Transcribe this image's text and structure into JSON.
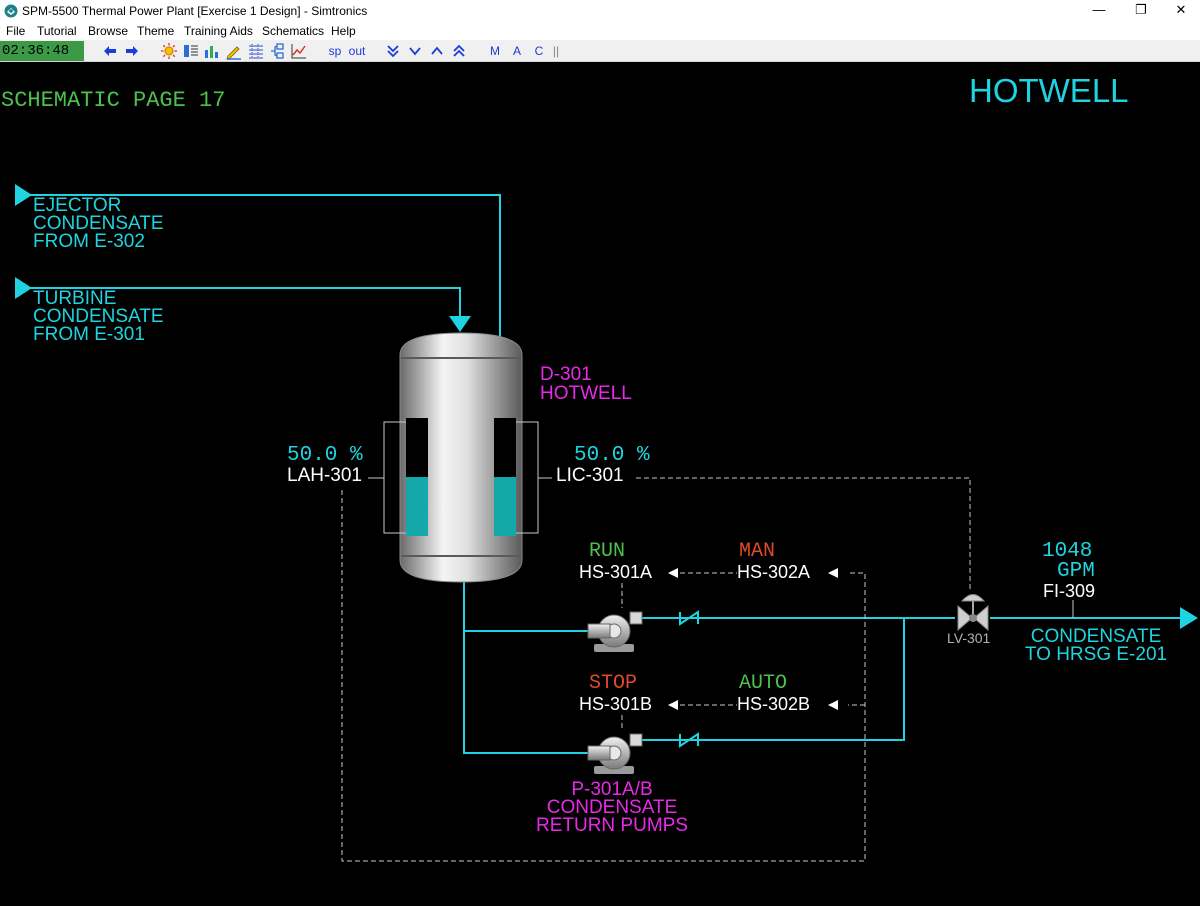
{
  "window": {
    "title": "SPM-5500 Thermal Power Plant [Exercise 1 Design] - Simtronics",
    "minimize": "—",
    "restore": "❐",
    "close": "✕"
  },
  "menu": {
    "items": [
      "File",
      "Tutorial",
      "Browse",
      "Theme",
      "Training Aids",
      "Schematics",
      "Help"
    ]
  },
  "toolbar": {
    "clock": "02:36:48",
    "back_icon": "arrow-left-icon",
    "forward_icon": "arrow-right-icon",
    "sp_label": "sp",
    "out_label": "out",
    "m_label": "M",
    "a_label": "A",
    "c_label": "C",
    "accent_color": "#1a3cd8"
  },
  "page": {
    "label": "SCHEMATIC PAGE 17",
    "title": "HOTWELL"
  },
  "inlets": [
    {
      "lines": [
        "EJECTOR",
        "CONDENSATE",
        "FROM E-302"
      ]
    },
    {
      "lines": [
        "TURBINE",
        "CONDENSATE",
        "FROM E-301"
      ]
    }
  ],
  "vessel": {
    "tag": "D-301",
    "name": "HOTWELL",
    "level_fraction": 0.5
  },
  "instruments": {
    "lah": {
      "value": "50.0 %",
      "tag": "LAH-301"
    },
    "lic": {
      "value": "50.0 %",
      "tag": "LIC-301"
    },
    "fi": {
      "value": "1048",
      "unit": "GPM",
      "tag": "FI-309"
    },
    "valve": {
      "tag": "LV-301"
    }
  },
  "switches": {
    "hs301a": {
      "status": "RUN",
      "tag": "HS-301A"
    },
    "hs302a": {
      "status": "MAN",
      "tag": "HS-302A"
    },
    "hs301b": {
      "status": "STOP",
      "tag": "HS-301B"
    },
    "hs302b": {
      "status": "AUTO",
      "tag": "HS-302B"
    }
  },
  "pumps": {
    "lines": [
      "P-301A/B",
      "CONDENSATE",
      "RETURN PUMPS"
    ]
  },
  "outlet": {
    "lines": [
      "CONDENSATE",
      "TO HRSG E-201"
    ]
  },
  "colors": {
    "pipe": "#1fd4e0",
    "signal": "#c8c8c8",
    "equipment_label": "#e82ae8",
    "run": "#4cc24c",
    "stop": "#e04a2a"
  }
}
